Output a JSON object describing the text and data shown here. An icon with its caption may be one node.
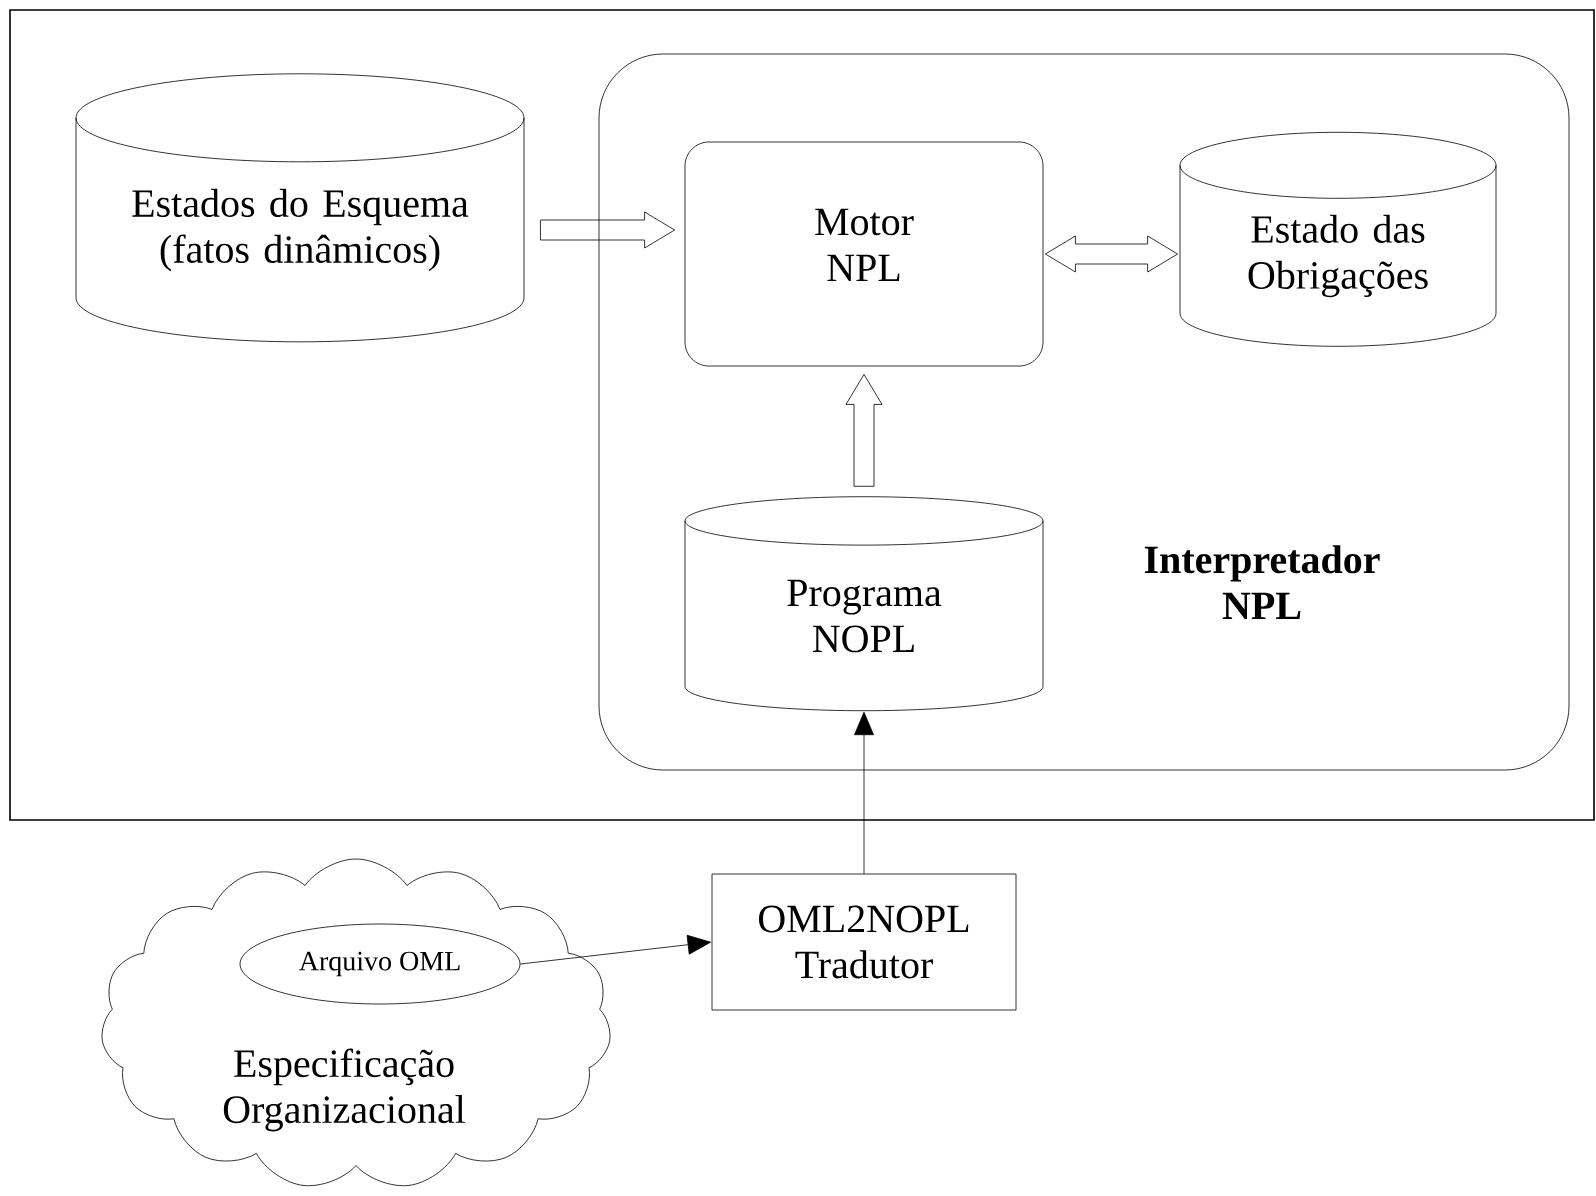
{
  "diagram": {
    "nodes": [
      {
        "text": [
          "Estados do Esquema (fatos dinâmicos)"
        ]
      },
      {
        "text": [
          "Interpretador NPL"
        ]
      },
      {
        "text": [
          "Motor NPL"
        ],
        "in": 1
      },
      {
        "text": [
          "Estado das Obrigações"
        ],
        "in": 1
      },
      {
        "text": [
          "Programa NOPL"
        ],
        "in": 1
      },
      {
        "text": [
          "OML2NOPL Tradutor"
        ]
      },
      {
        "text": [
          "Especificação Organizacional"
        ]
      },
      {
        "text": [
          "Arquivo OML"
        ],
        "in": 6
      }
    ],
    "edges": [
      {
        "from": 0,
        "to": 2,
        "arrow": "to"
      },
      {
        "from": 2,
        "to": 3,
        "arrow": "both"
      },
      {
        "from": 4,
        "to": 2,
        "arrow": "to"
      },
      {
        "from": 5,
        "to": 4,
        "arrow": "to"
      },
      {
        "from": 7,
        "to": 5,
        "arrow": "to"
      }
    ]
  }
}
